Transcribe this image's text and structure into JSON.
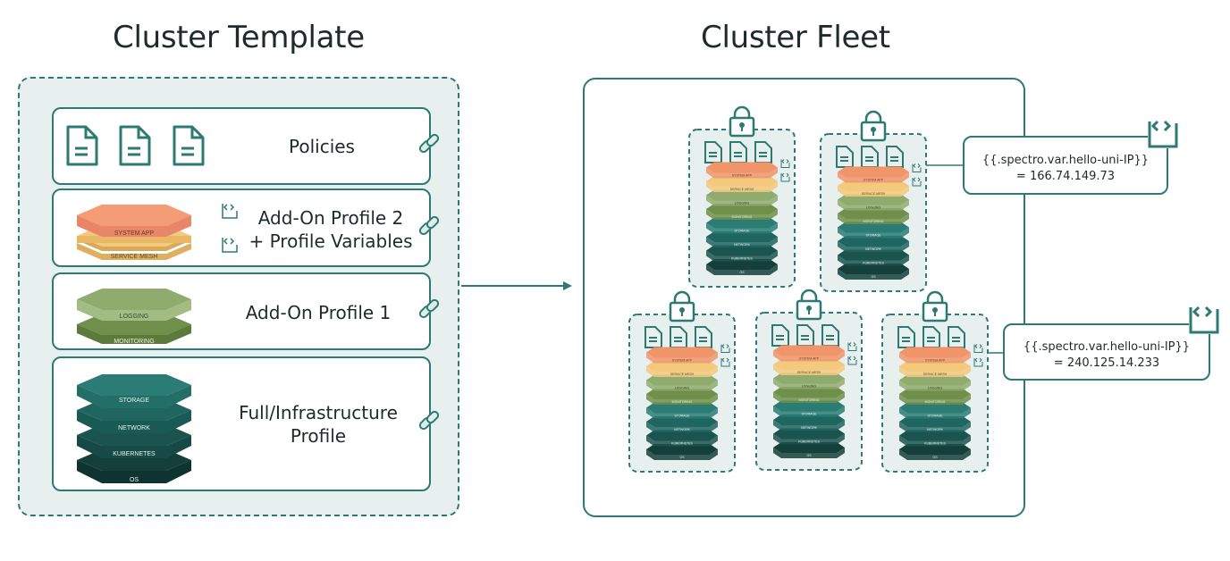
{
  "titles": {
    "template": "Cluster Template",
    "fleet": "Cluster Fleet"
  },
  "template": {
    "policies_label": "Policies",
    "addon2_label_line1": "Add-On Profile 2",
    "addon2_label_line2": "+ Profile Variables",
    "addon1_label": "Add-On Profile 1",
    "infra_label_line1": "Full/Infrastructure",
    "infra_label_line2": "Profile"
  },
  "layers": {
    "system_app": "SYSTEM APP",
    "service_mesh": "SERVICE MESH",
    "logging": "LOGGING",
    "monitoring": "MONITORING",
    "storage": "STORAGE",
    "network": "NETWORK",
    "kubernetes": "KUBERNETES",
    "os": "OS"
  },
  "variables": [
    {
      "name": "{{.spectro.var.hello-uni-IP}}",
      "value": "= 166.74.149.73"
    },
    {
      "name": "{{.spectro.var.hello-uni-IP}}",
      "value": "= 240.125.14.233"
    }
  ],
  "icons": {
    "document": "document-icon",
    "link": "link-icon",
    "lock": "lock-icon",
    "code": "code-brackets-icon"
  },
  "colors": {
    "teal": "#2c7a73",
    "panel_bg": "#e8efef",
    "system_app": "#f0956a",
    "service_mesh": "#f3c97e",
    "logging": "#8fac6e",
    "monitoring": "#6f8f4a",
    "storage": "#2a7c75",
    "network": "#1f6560",
    "kubernetes": "#1b534e",
    "os": "#143f3b"
  }
}
